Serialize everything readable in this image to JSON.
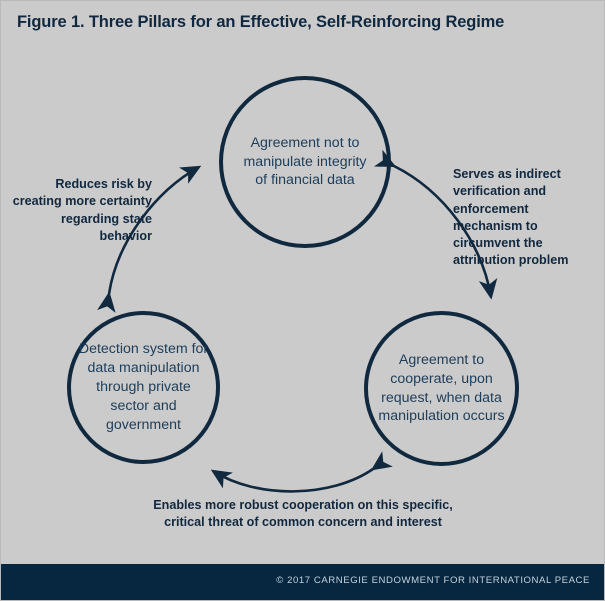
{
  "figure": {
    "title": "Figure 1. Three Pillars for an Effective, Self-Reinforcing Regime",
    "background_color": "#cbcbcb",
    "navy_color": "#11293f",
    "node_text_color": "#1d3d59",
    "footer_band_color": "#07263f",
    "footer_text_color": "#c3d2de"
  },
  "nodes": [
    {
      "id": "agreement-integrity",
      "label": "Agreement not to manipulate integrity of financial data",
      "position": "top"
    },
    {
      "id": "detection-system",
      "label": "Detection system for data manipulation through private sector and government",
      "position": "bottom-left"
    },
    {
      "id": "agreement-cooperate",
      "label": "Agreement to cooperate, upon request, when data manipulation occurs",
      "position": "bottom-right"
    }
  ],
  "connections": [
    {
      "id": "left-edge",
      "from": "detection-system",
      "to": "agreement-integrity",
      "style": "double-headed-curve",
      "label": "Reduces risk by creating more certainty regarding state behavior"
    },
    {
      "id": "right-edge",
      "from": "agreement-integrity",
      "to": "agreement-cooperate",
      "style": "double-headed-curve",
      "label": "Serves as indirect verification and enforcement mechanism to circumvent the attribution problem"
    },
    {
      "id": "bottom-edge",
      "from": "agreement-cooperate",
      "to": "detection-system",
      "style": "double-headed-curve",
      "label": "Enables more robust cooperation on this specific, critical threat of common concern and interest"
    }
  ],
  "footer": {
    "credit": "© 2017 CARNEGIE ENDOWMENT FOR INTERNATIONAL PEACE"
  }
}
